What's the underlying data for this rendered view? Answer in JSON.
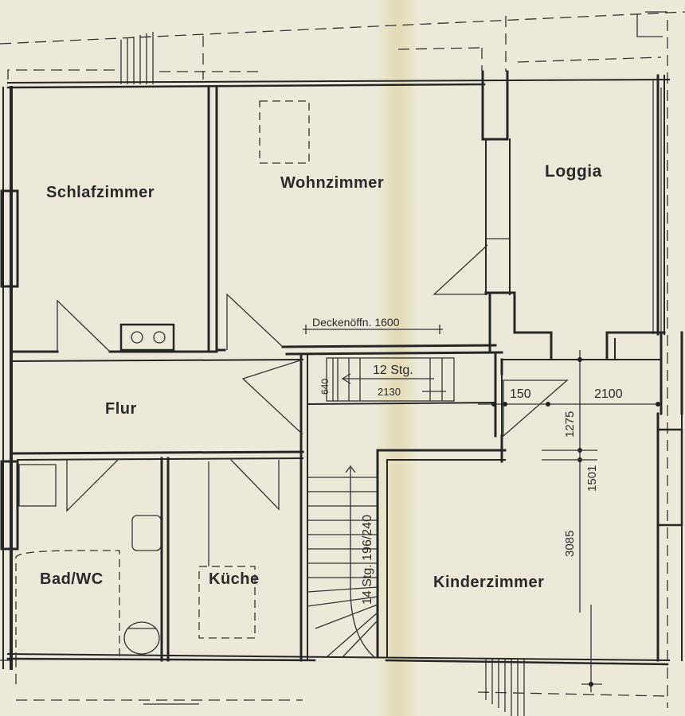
{
  "rooms": {
    "schlafzimmer": "Schlafzimmer",
    "wohnzimmer": "Wohnzimmer",
    "loggia": "Loggia",
    "flur": "Flur",
    "bad_wc": "Bad/WC",
    "kueche": "Küche",
    "kinderzimmer": "Kinderzimmer"
  },
  "annotations": {
    "deckenoeffnung": "Deckenöffn. 1600",
    "upper_stair": "12 Stg.",
    "lower_stair": "14 Stg. 196/240"
  },
  "dimensions": {
    "d640": "640",
    "d2130": "2130",
    "d150": "150",
    "d2100": "2100",
    "d1275": "1275",
    "d1501": "1501",
    "d3085": "3085"
  }
}
